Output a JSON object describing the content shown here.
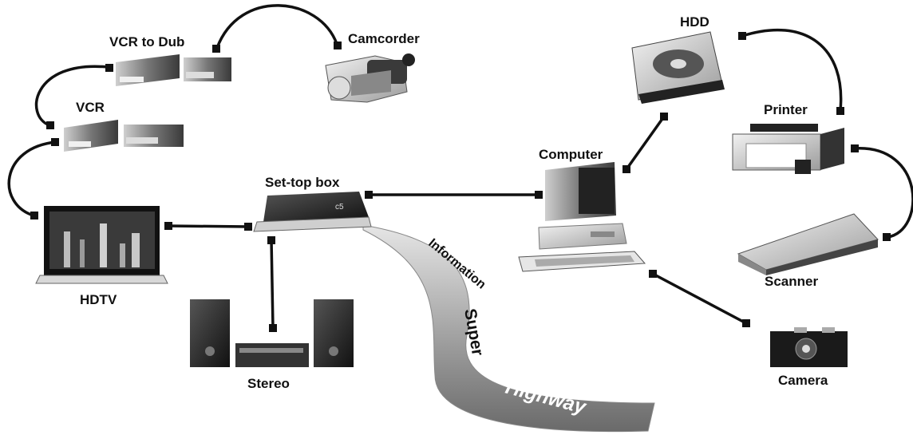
{
  "devices": {
    "vcr_to_dub": "VCR to Dub",
    "camcorder": "Camcorder",
    "vcr": "VCR",
    "hdtv": "HDTV",
    "set_top_box": "Set-top box",
    "stereo": "Stereo",
    "computer": "Computer",
    "hdd": "HDD",
    "printer": "Printer",
    "scanner": "Scanner",
    "camera": "Camera"
  },
  "highway": {
    "word1": "Information",
    "word2": "Super",
    "word3": "Highway"
  },
  "colors": {
    "ink": "#111111",
    "device_gray": "#8a8a8a",
    "device_dark": "#2a2a2a",
    "background": "#ffffff"
  }
}
